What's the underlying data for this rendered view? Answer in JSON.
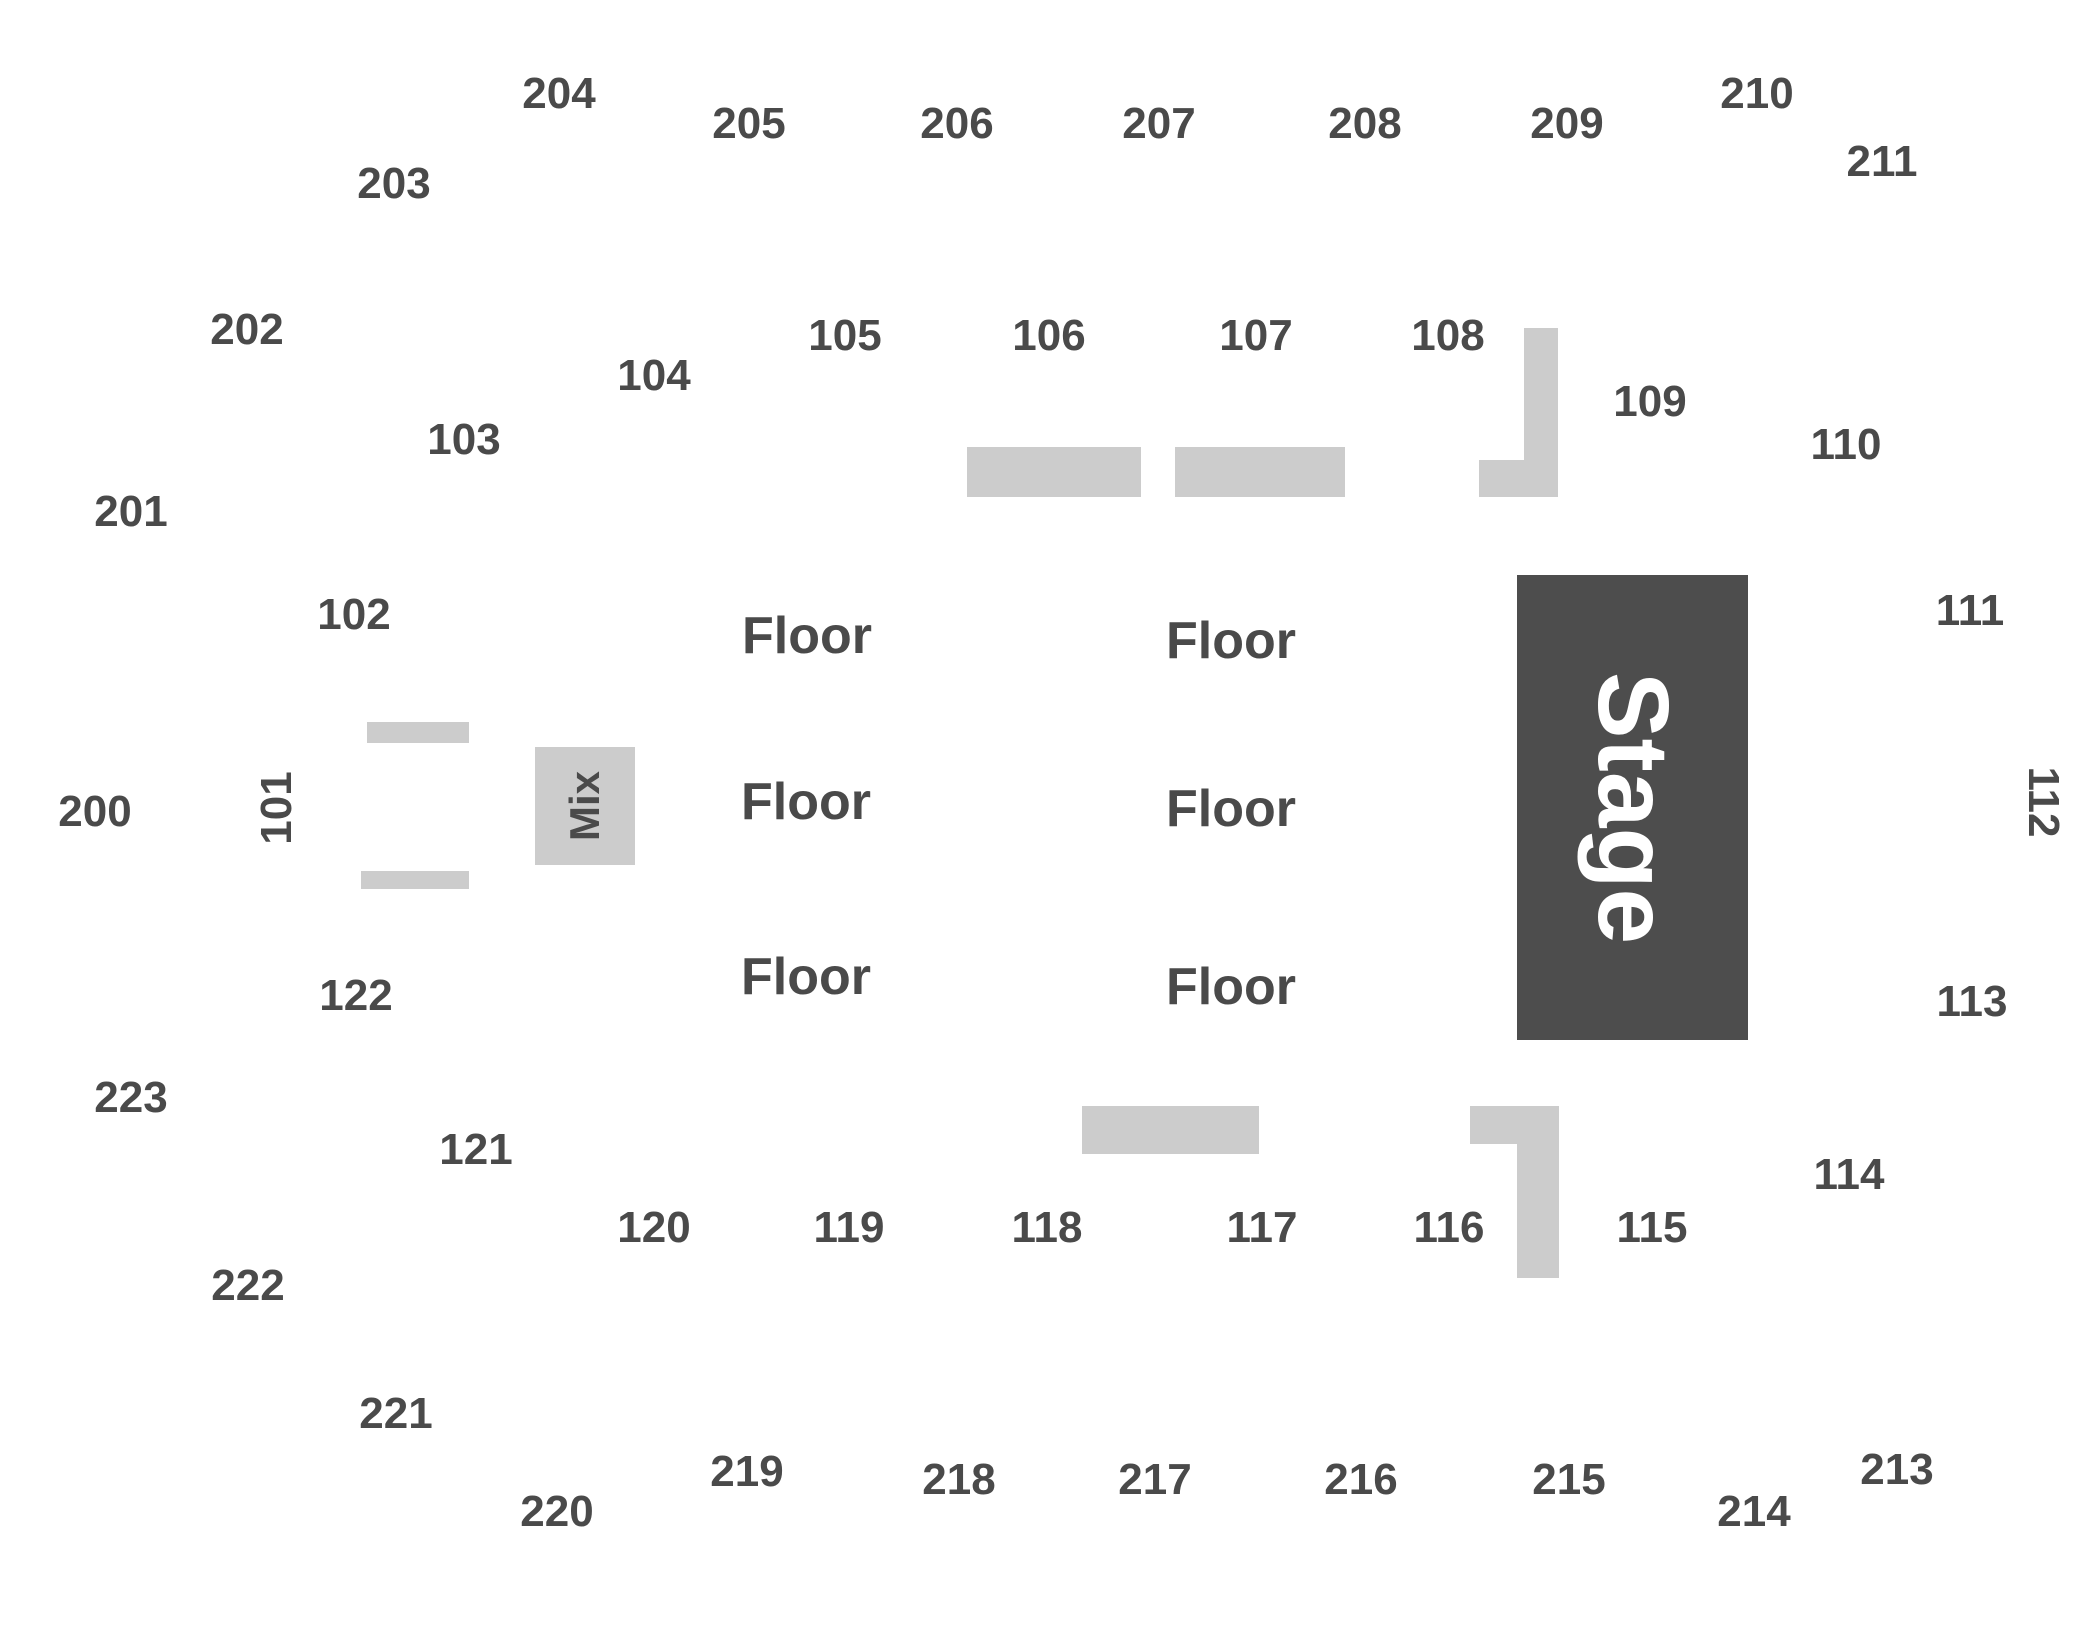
{
  "stage": {
    "label": "Stage"
  },
  "mix": {
    "label": "Mix"
  },
  "floor": {
    "labels": [
      "Floor",
      "Floor",
      "Floor",
      "Floor",
      "Floor",
      "Floor"
    ]
  },
  "sections": {
    "s200": "200",
    "s201": "201",
    "s202": "202",
    "s203": "203",
    "s204": "204",
    "s205": "205",
    "s206": "206",
    "s207": "207",
    "s208": "208",
    "s209": "209",
    "s210": "210",
    "s211": "211",
    "s213": "213",
    "s214": "214",
    "s215": "215",
    "s216": "216",
    "s217": "217",
    "s218": "218",
    "s219": "219",
    "s220": "220",
    "s221": "221",
    "s222": "222",
    "s223": "223",
    "s101": "101",
    "s102": "102",
    "s103": "103",
    "s104": "104",
    "s105": "105",
    "s106": "106",
    "s107": "107",
    "s108": "108",
    "s109": "109",
    "s110": "110",
    "s111": "111",
    "s112": "112",
    "s113": "113",
    "s114": "114",
    "s115": "115",
    "s116": "116",
    "s117": "117",
    "s118": "118",
    "s119": "119",
    "s120": "120",
    "s121": "121",
    "s122": "122"
  },
  "colors": {
    "label": "#4a4a4a",
    "stage": "#4d4d4d",
    "block": "#cccccc",
    "background": "#ffffff"
  }
}
